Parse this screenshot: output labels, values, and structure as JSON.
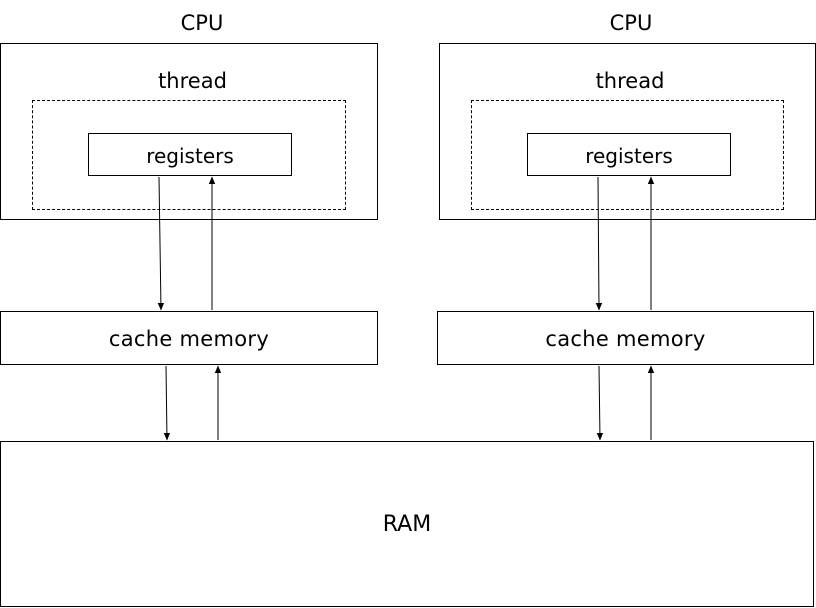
{
  "cpus": [
    {
      "title": "CPU",
      "thread_label": "thread",
      "registers_label": "registers",
      "cache_label": "cache memory"
    },
    {
      "title": "CPU",
      "thread_label": "thread",
      "registers_label": "registers",
      "cache_label": "cache memory"
    }
  ],
  "ram": {
    "label": "RAM"
  },
  "colors": {
    "line": "#000000",
    "background": "#ffffff"
  }
}
